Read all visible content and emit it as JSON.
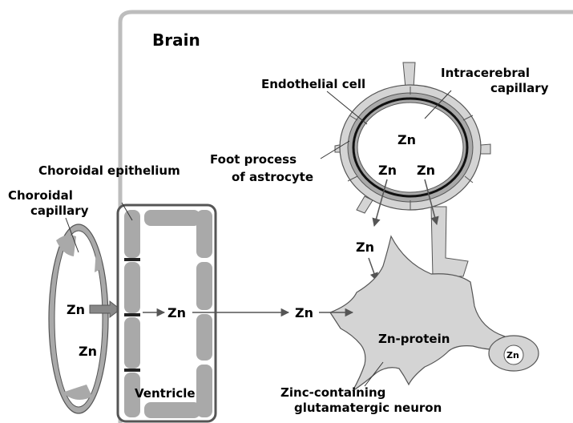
{
  "brain": {
    "title": "Brain"
  },
  "capillary": {
    "label_line1": "Intracerebral",
    "label_line2": "capillary",
    "endothelial": "Endothelial cell",
    "foot_line1": "Foot process",
    "foot_line2": "of astrocyte",
    "zn_center": "Zn",
    "zn_left": "Zn",
    "zn_right": "Zn"
  },
  "choroid": {
    "epithelium": "Choroidal epithelium",
    "capillary_line1": "Choroidal",
    "capillary_line2": "capillary",
    "zn_upper": "Zn",
    "zn_lower": "Zn"
  },
  "ventricle": {
    "label": "Ventricle",
    "zn": "Zn"
  },
  "flow": {
    "zn_mid": "Zn",
    "zn_down": "Zn"
  },
  "neuron": {
    "protein": "Zn-protein",
    "zn_vesicle": "Zn",
    "label_line1": "Zinc-containing",
    "label_line2": "glutamatergic neuron"
  },
  "colors": {
    "cell_gray": "#a9a9a9",
    "light_gray": "#d4d4d4",
    "dark_gray": "#555555",
    "border_gray": "#bbbbbb"
  }
}
